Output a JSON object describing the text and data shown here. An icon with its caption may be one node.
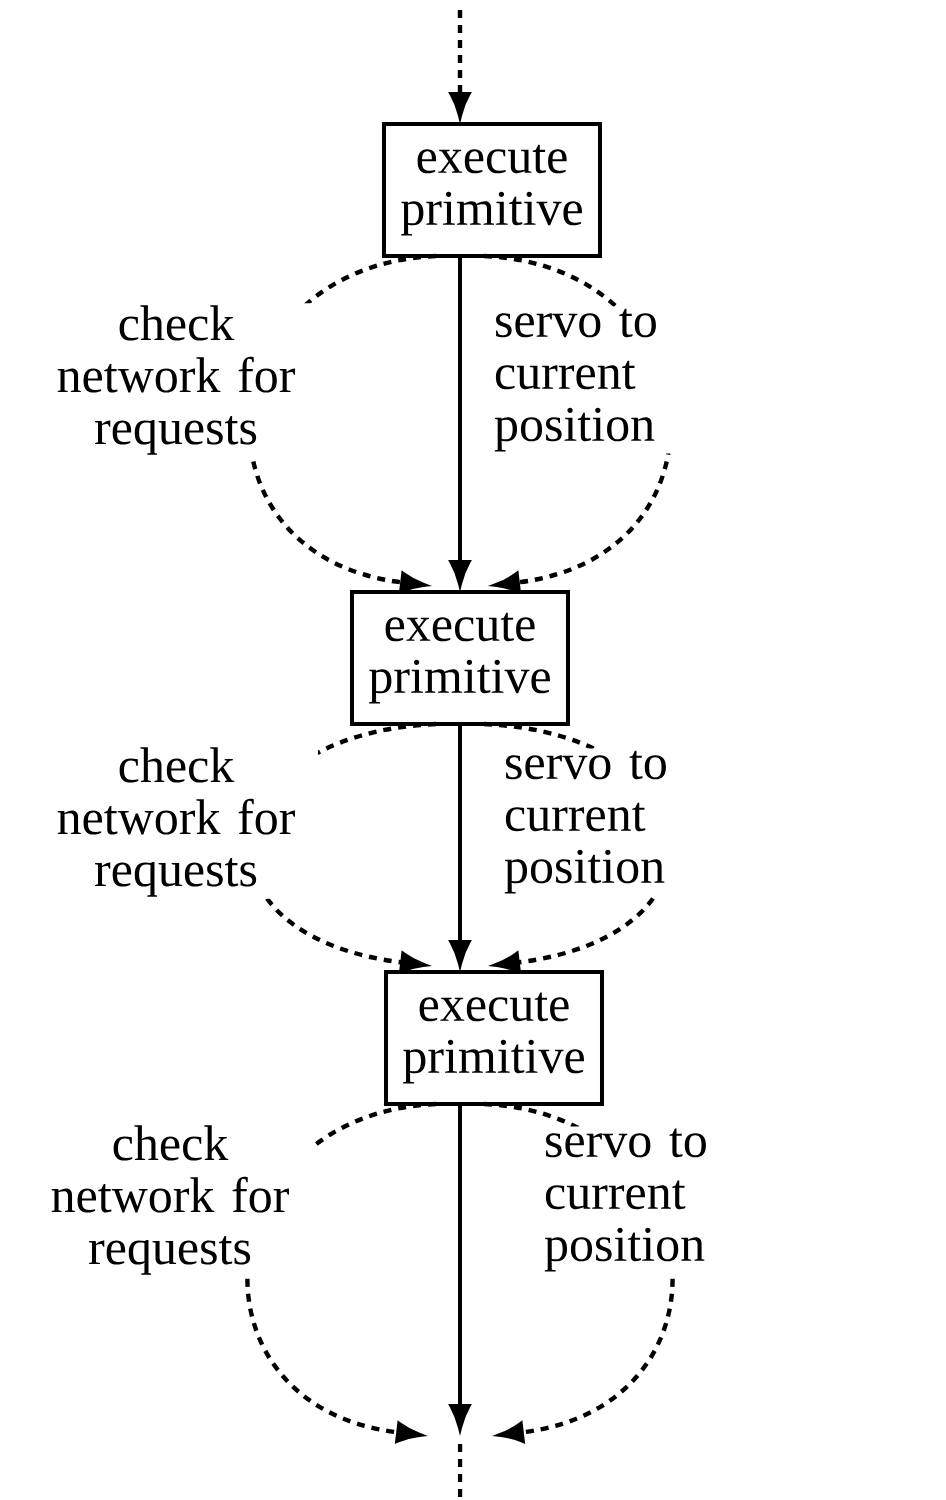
{
  "diagram": {
    "nodes": [
      {
        "text": [
          "execute primitive"
        ]
      },
      {
        "text": [
          "execute primitive"
        ]
      },
      {
        "text": [
          "execute primitive"
        ]
      }
    ],
    "edges": [
      {
        "from": null,
        "to": 0,
        "arrow": "to",
        "style": "dashed"
      },
      {
        "from": 0,
        "to": 1,
        "arrow": "to"
      },
      {
        "from": 0,
        "to": 1,
        "arrow": "to",
        "style": "dashed",
        "label": "check network for requests"
      },
      {
        "from": 0,
        "to": 1,
        "arrow": "to",
        "style": "dashed",
        "label": "servo to current position"
      },
      {
        "from": 1,
        "to": 2,
        "arrow": "to"
      },
      {
        "from": 1,
        "to": 2,
        "arrow": "to",
        "style": "dashed",
        "label": "check network for requests"
      },
      {
        "from": 1,
        "to": 2,
        "arrow": "to",
        "style": "dashed",
        "label": "servo to current position"
      },
      {
        "from": 2,
        "to": null,
        "arrow": "to"
      },
      {
        "from": 2,
        "to": null,
        "arrow": "to",
        "style": "dashed",
        "label": "check network for requests"
      },
      {
        "from": 2,
        "to": null,
        "arrow": "to",
        "style": "dashed",
        "label": "servo to current position"
      }
    ]
  }
}
